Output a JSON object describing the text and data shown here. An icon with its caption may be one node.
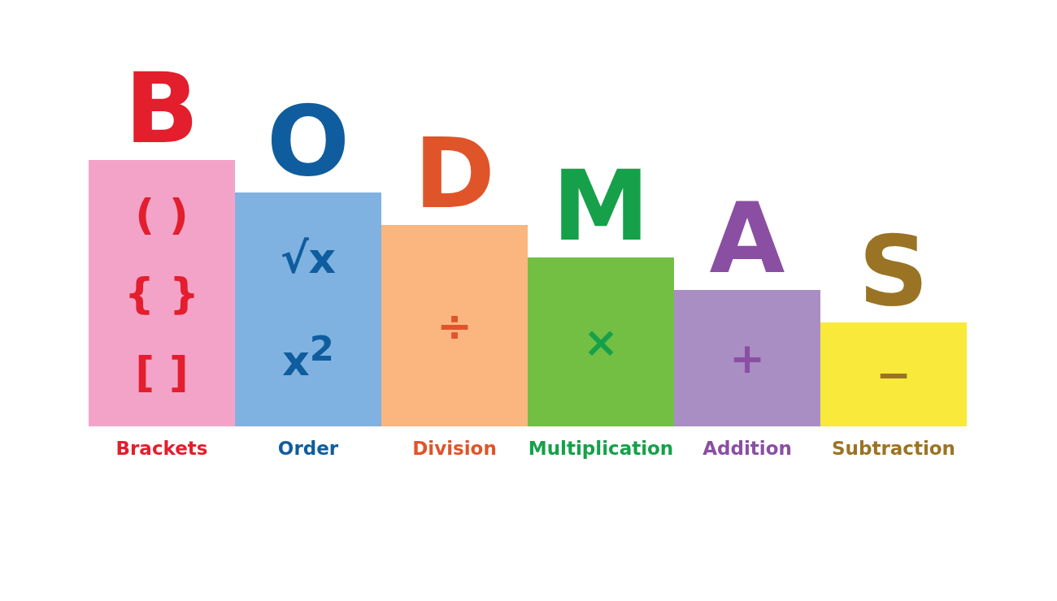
{
  "diagram": {
    "nodes": [
      {
        "text": [
          "B",
          "( )",
          "{ }",
          "[ ]"
        ],
        "beside": [
          "Brackets"
        ]
      },
      {
        "text": [
          "O",
          "√x",
          "x$^{2}$"
        ],
        "beside": [
          "Order"
        ]
      },
      {
        "text": [
          "D",
          "÷"
        ],
        "beside": [
          "Division"
        ]
      },
      {
        "text": [
          "M",
          "×"
        ],
        "beside": [
          "Multiplication"
        ]
      },
      {
        "text": [
          "A",
          "+"
        ],
        "beside": [
          "Addition"
        ]
      },
      {
        "text": [
          "S",
          "−"
        ],
        "beside": [
          "Subtraction"
        ]
      }
    ]
  }
}
